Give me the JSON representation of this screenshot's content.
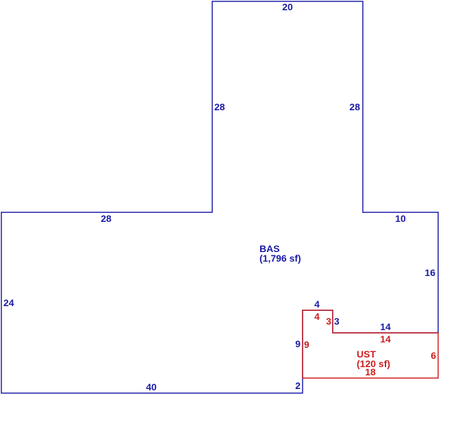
{
  "colors": {
    "base": "#1a1aa6",
    "addition": "#cc1f1f",
    "background": "#ffffff"
  },
  "areas": [
    {
      "code": "BAS",
      "size": "(1,796 sf)",
      "color": "#1a1aa6"
    },
    {
      "code": "UST",
      "size": "(120 sf)",
      "color": "#cc1f1f"
    }
  ],
  "base_dimensions": {
    "top": "20",
    "tower_left": "28",
    "tower_right": "28",
    "left_upper": "28",
    "right_upper": "10",
    "right_side": "16",
    "left_side": "24",
    "bottom": "40",
    "notch_top": "4",
    "notch_step": "3",
    "notch_run": "14",
    "notch_left": "9",
    "bottom_jog": "2"
  },
  "addition_dimensions": {
    "top": "4",
    "step": "3",
    "run": "14",
    "left": "9",
    "right": "6",
    "bottom": "18"
  }
}
